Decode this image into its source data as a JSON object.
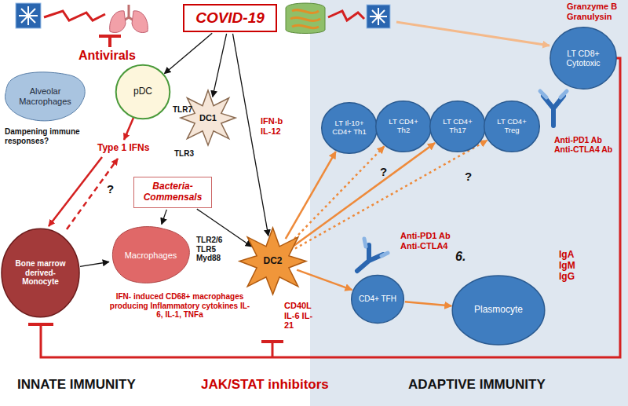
{
  "diagram": {
    "nodes": [
      {
        "text": [
          "COVID-19"
        ]
      },
      {
        "text": [
          "Alveolar Macrophages"
        ]
      },
      {
        "text": [
          "pDC"
        ]
      },
      {
        "text": [
          "DC1"
        ]
      },
      {
        "text": [
          "LT Il-10+ CD4+ Th1"
        ]
      },
      {
        "text": [
          "LT CD4+ Th2"
        ]
      },
      {
        "text": [
          "LT CD4+ Th17"
        ]
      },
      {
        "text": [
          "LT CD4+ Treg"
        ]
      },
      {
        "text": [
          "LT CD8+ Cytotoxic"
        ]
      },
      {
        "text": [
          "Bacteria- Commensals"
        ]
      },
      {
        "text": [
          "Bone marrow derived- Monocyte"
        ]
      },
      {
        "text": [
          "Macrophages"
        ]
      },
      {
        "text": [
          "DC2"
        ]
      },
      {
        "text": [
          "CD4+ TFH"
        ]
      },
      {
        "text": [
          "Plasmocyte"
        ]
      }
    ],
    "edges": [
      {
        "from": 0,
        "to": 2,
        "arrow": "to"
      },
      {
        "from": 0,
        "to": 3,
        "arrow": "to"
      },
      {
        "from": 0,
        "to": 12,
        "arrow": "to"
      },
      {
        "from": 10,
        "to": 11,
        "arrow": "to"
      },
      {
        "from": 9,
        "to": 11,
        "arrow": "to"
      },
      {
        "from": 9,
        "to": 12,
        "arrow": "to"
      },
      {
        "from": 12,
        "to": 4,
        "arrow": "to"
      },
      {
        "from": 12,
        "to": 5,
        "arrow": "to"
      },
      {
        "from": 12,
        "to": 6,
        "arrow": "to"
      },
      {
        "from": 12,
        "to": 7,
        "arrow": "to"
      },
      {
        "from": 12,
        "to": 13,
        "arrow": "to"
      },
      {
        "from": 13,
        "to": 14,
        "arrow": "to"
      }
    ],
    "labels": [
      "Antivirals",
      "Dampening immune responses?",
      "TLR7",
      "Type 1 IFNs",
      "TLR3",
      "IFN-b IL-12",
      "?",
      "?",
      "Granzyme B Granulysin",
      "Anti-PD1 Ab Anti-CTLA4 Ab",
      "?",
      "TLR2/6 TLR5 Myd88",
      "IFN- induced CD68+ macrophages producing Inflammatory cytokines IL-6, IL-1, TNFa",
      "CD40L IL-6 IL-21",
      "Anti-PD1 Ab Anti-CTLA4",
      "6.",
      "IgA IgM IgG",
      "INNATE IMMUNITY",
      "JAK/STAT inhibitors",
      "ADAPTIVE IMMUNITY"
    ]
  }
}
